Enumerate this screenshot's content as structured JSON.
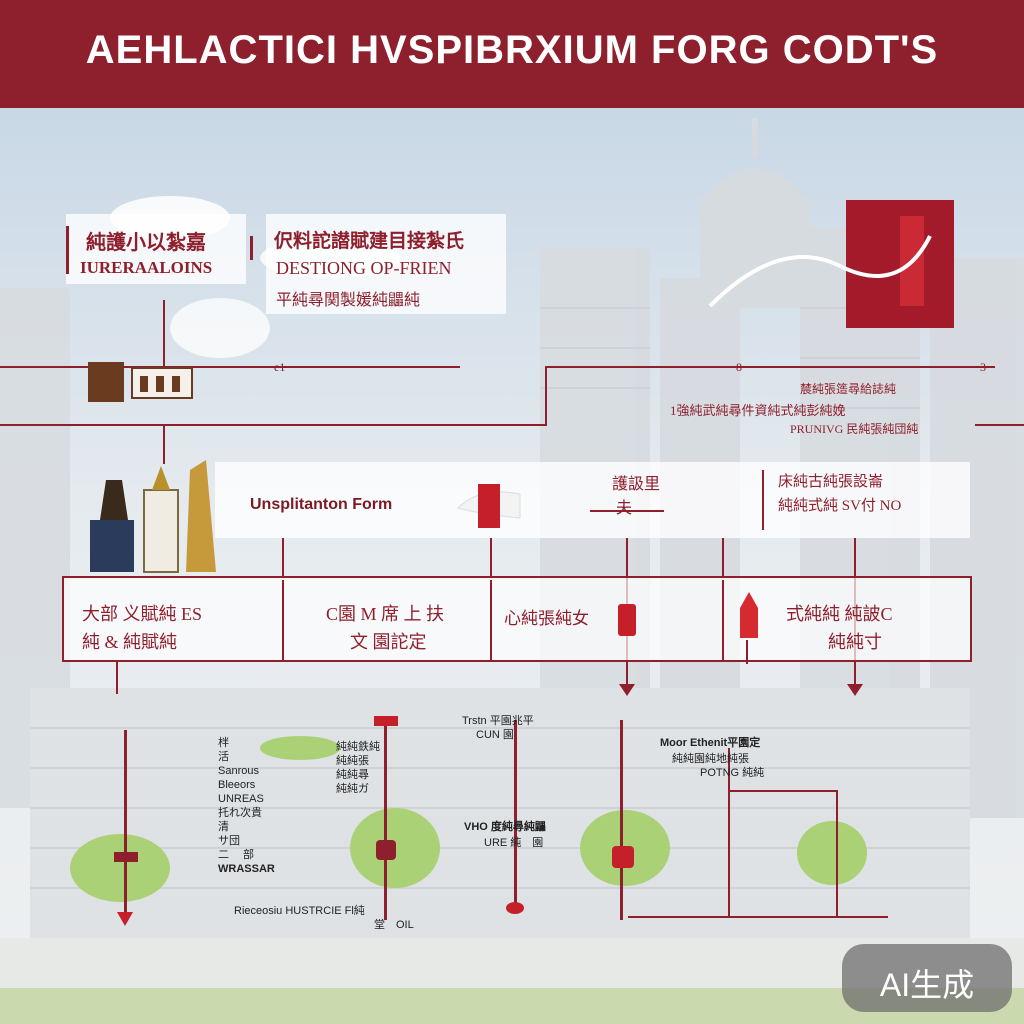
{
  "header": {
    "title": "AEHLACTICI HVSPIBRXIUM FORG CODT'S"
  },
  "top_left_box": {
    "line1": "純護小以紮嘉",
    "line2": "IURERAALOINS"
  },
  "top_mid_box": {
    "line1": "伬料詑譛賦建目接紮氏",
    "line2": "DESTIONG OP-FRIEN",
    "line3": "平純尋関製媛純鼺純"
  },
  "timeline": {
    "label_left": "e1",
    "label_mid": "8",
    "label_right": "3",
    "right_text1": "辳純張簉尋給誌純",
    "right_text2": "1強純武純尋件資純式純彭純娩",
    "right_text3": "PRUNIVG 民純張純団純"
  },
  "middle_row": {
    "form_label": "Unsplitanton Form",
    "mid_text1": "護訯里",
    "mid_text2": "夫",
    "right_text1": "床純古純張設崙",
    "right_text2": "純純式純 SV付 NO"
  },
  "boxes_row": {
    "box1_line1": "大部 义賦純 ES",
    "box1_line2": "純 & 純賦純",
    "box2_line1": "C園 M 席 上 扶",
    "box2_line2": "文 園詑定",
    "box3_line1": "心純張純女",
    "box4_line1": "式純純 純詖C",
    "box4_line2": "純純寸"
  },
  "bottom": {
    "col1_lines": [
      "柈",
      "活　",
      "Sanrous",
      "Bleeors",
      "UNREAS",
      "托れ次貴",
      "清　",
      "サ団　",
      "二　 部",
      "WRASSAR"
    ],
    "col2_lines": [
      "純純鉄純",
      "純純張　",
      "純純尋　",
      "純純ガ　"
    ],
    "col3_top": "Trstn 平園兆平",
    "col3_sub": "CUN 園",
    "col3_bottom1": "VHO 度純尋純鼺",
    "col3_bottom2": "URE 純　園",
    "col4_line1": "Moor Ethenit平園定",
    "col4_line2": "純純園純地純張",
    "col4_line3": "POTNG 純純",
    "footer_text": "Rieceosiu HUSTRCIE Fl純",
    "footer_sub": "堂　OIL"
  },
  "badge": {
    "label": "AI生成"
  },
  "colors": {
    "accent": "#8e1f2d",
    "header_bg": "#8e1f2d"
  }
}
